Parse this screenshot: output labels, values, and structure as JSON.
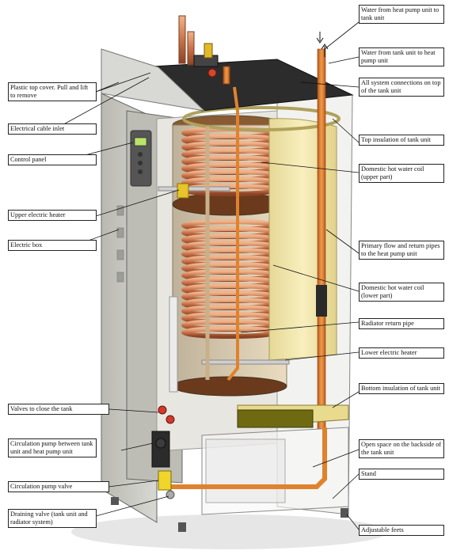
{
  "labels": {
    "plastic_top_cover": "Plastic top cover. Pull and lift to remove",
    "electrical_cable_inlet": "Electrical cable inlet",
    "control_panel": "Control panel",
    "upper_electric_heater": "Upper electric heater",
    "electric_box": "Electric box",
    "valves_to_close_tank": "Valves to close the tank",
    "circulation_pump": "Circulation pump between tank unit and heat pump unit",
    "circulation_pump_valve": "Circulation pump valve",
    "draining_valve": "Draining valve (tank unit and radiator system)",
    "water_from_heat_pump": "Water from heat pump unit to tank unit",
    "water_from_tank": "Water from tank unit to heat pump unit",
    "all_system_connections": "All system connections on top of the tank unit",
    "top_insulation": "Top insulation of tank unit",
    "dhw_coil_upper": "Domestic hot water coil (upper part)",
    "primary_flow_return": "Primary flow and return pipes to the heat pump unit",
    "dhw_coil_lower": "Domestic hot water coil (lower part)",
    "radiator_return_pipe": "Radiator return pipe",
    "lower_electric_heater": "Lower electric heater",
    "bottom_insulation": "Bottom insulation of tank unit",
    "open_space_backside": "Open space on the backside of the tank unit",
    "stand": "Stand",
    "adjustable_feets": "Adjustable feets"
  },
  "colors": {
    "casing": "#c9c9c2",
    "insulation": "#f1e6a6",
    "copper": "#c87a4a",
    "pipe_orange": "#e0822d",
    "tank_brown": "#6b3a1d",
    "tank_inner": "#d9c9a8",
    "top_dark": "#2c2c2c"
  }
}
